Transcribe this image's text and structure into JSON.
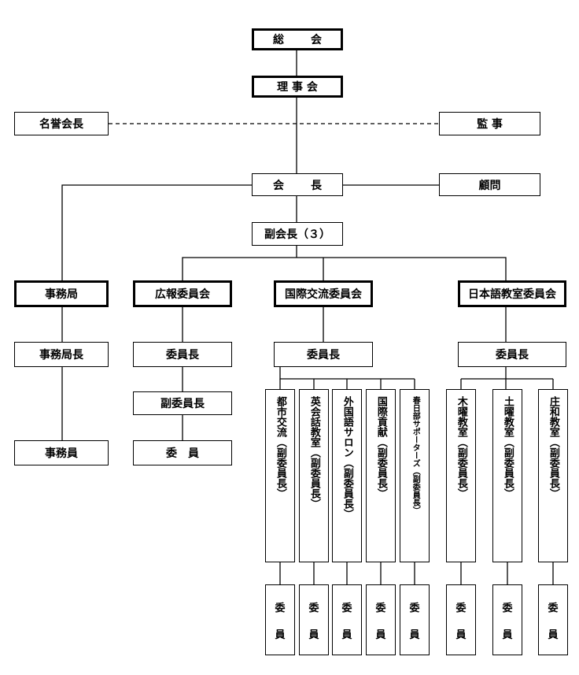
{
  "top": {
    "general_assembly": "総　会",
    "board": "理 事 会",
    "honorary_president": "名誉会長",
    "auditor": "監 事",
    "president": "会　長",
    "advisor": "顧問",
    "vice_president": "副会長（３）"
  },
  "units": {
    "secretariat": "事務局",
    "pr_committee": "広報委員会",
    "intl_committee": "国際交流委員会",
    "japanese_committee": "日本語教室委員会"
  },
  "secretariat": {
    "head": "事務局長",
    "staff": "事務員"
  },
  "pr": {
    "chair": "委員長",
    "vice_chair": "副委員長",
    "member": "委　員"
  },
  "intl": {
    "chair": "委員長",
    "subgroups": [
      "都市交流（副委員長）",
      "英会話教室（副委員長）",
      "外国語サロン（副委員長）",
      "国際貢献（副委員長）",
      "春日部サポーターズ（副委員長）"
    ]
  },
  "japanese": {
    "chair": "委員長",
    "classes": [
      "木曜教室（副委員長）",
      "土曜教室（副委員長）",
      "庄和教室（副委員長）"
    ]
  },
  "member_label": [
    "委",
    "員"
  ]
}
